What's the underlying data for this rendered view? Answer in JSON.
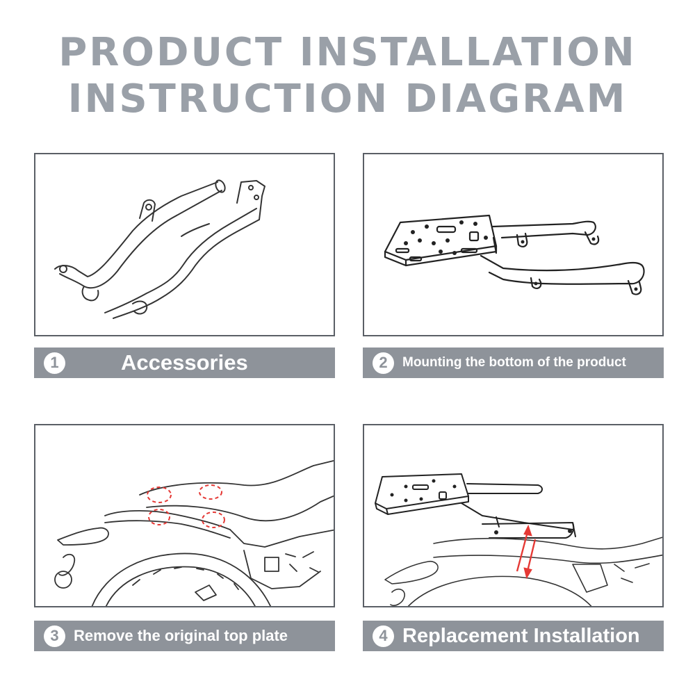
{
  "header": {
    "line1": "PRODUCT INSTALLATION",
    "line2": "INSTRUCTION DIAGRAM"
  },
  "steps": [
    {
      "number": "1",
      "label": "Accessories"
    },
    {
      "number": "2",
      "label": "Mounting the bottom of the product"
    },
    {
      "number": "3",
      "label": "Remove the original top plate"
    },
    {
      "number": "4",
      "label": "Replacement Installation"
    }
  ],
  "colors": {
    "title_gray": "#9aa0a8",
    "caption_bar": "#8e939a",
    "panel_border": "#5a5f66",
    "highlight_red": "#e53935"
  }
}
